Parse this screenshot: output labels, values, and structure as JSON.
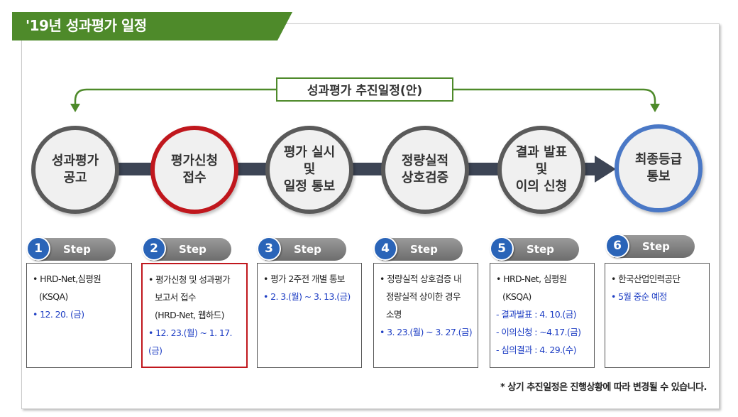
{
  "title": "'19년 성과평가 일정",
  "schedule_label": "성과평가 추진일정(안)",
  "stages": [
    {
      "label": "성과평가\n공고"
    },
    {
      "label": "평가신청\n접수"
    },
    {
      "label": "평가 실시\n및\n일정 통보"
    },
    {
      "label": "정량실적\n상호검증"
    },
    {
      "label": "결과 발표\n및\n이의 신청"
    },
    {
      "label": "최종등급\n통보"
    }
  ],
  "steps": [
    {
      "num": "1",
      "label": "Step"
    },
    {
      "num": "2",
      "label": "Step"
    },
    {
      "num": "3",
      "label": "Step"
    },
    {
      "num": "4",
      "label": "Step"
    },
    {
      "num": "5",
      "label": "Step"
    },
    {
      "num": "6",
      "label": "Step"
    }
  ],
  "details": {
    "b1": {
      "l1": "• HRD-Net,심평원",
      "l2": "(KSQA)",
      "l3": "• 12. 20. (금)"
    },
    "b2": {
      "l1": "• 평가신청 및 성과평가",
      "l2": "보고서 접수",
      "l3": "(HRD-Net, 웹하드)",
      "l4": "• 12. 23.(월) ~ 1. 17.(금)"
    },
    "b3": {
      "l1": "• 평가 2주전 개별 통보",
      "l2": "• 2. 3.(월) ~ 3. 13.(금)"
    },
    "b4": {
      "l1": "• 정량실적 상호검증 내",
      "l2": "정량실적 상이한 경우",
      "l3": "소명",
      "l4": "• 3. 23.(월) ~ 3. 27.(금)"
    },
    "b5": {
      "l1": "• HRD-Net, 심평원",
      "l2": "(KSQA)",
      "l3": "- 결과발표 : 4. 10.(금)",
      "l4": "- 이의신청 : ~4.17.(금)",
      "l5": "- 심의결과 : 4. 29.(수)"
    },
    "b6": {
      "l1": "• 한국산업인력공단",
      "l2": "• 5월 중순 예정"
    }
  },
  "note": "* 상기 추진일정은 진행상황에 따라 변경될 수 있습니다.",
  "colors": {
    "green": "#4e8a2a",
    "step_blue": "#2a64b8",
    "red": "#c0171d",
    "blue_text": "#1f3fc4"
  }
}
